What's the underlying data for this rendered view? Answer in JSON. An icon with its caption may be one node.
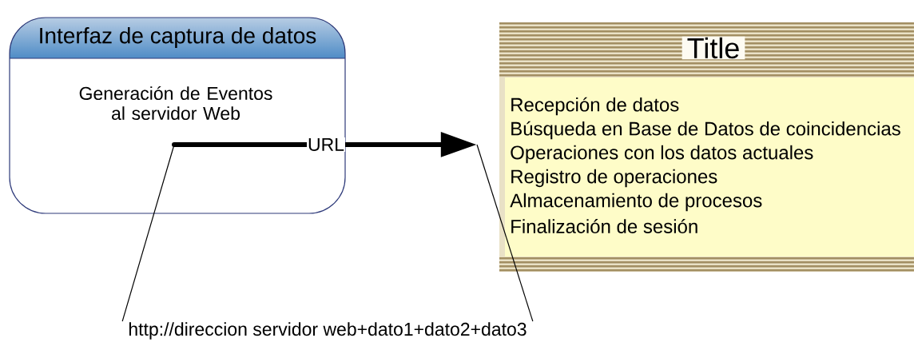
{
  "diagram": {
    "nodes": [
      {
        "text": [
          "Interfaz de captura de datos",
          "Generación de Eventos al servidor Web"
        ]
      },
      {
        "text": [
          "Title",
          "Recepción de datos",
          "Búsqueda en Base de Datos de coincidencias",
          "Operaciones con los datos actuales",
          "Registro de operaciones",
          "Almacenamiento de procesos",
          "Finalización de sesión"
        ]
      },
      {
        "text": [
          "http://direccion servidor web+dato1+dato2+dato3"
        ]
      }
    ],
    "edges": [
      {
        "from": 0,
        "to": 1,
        "arrow": "to",
        "label": "URL",
        "style": "thick"
      },
      {
        "from": 2,
        "to": 0,
        "arrow": "none"
      },
      {
        "from": 2,
        "to": null,
        "arrow": "none"
      }
    ]
  }
}
